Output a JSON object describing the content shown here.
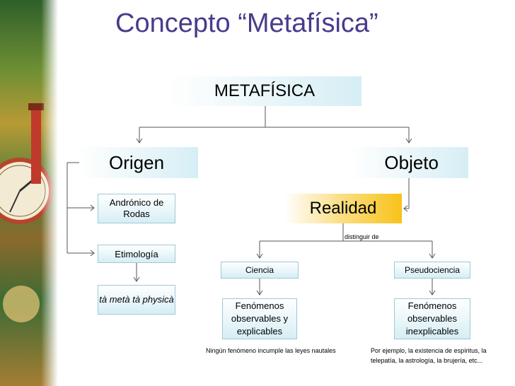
{
  "title": "Concepto “Metafísica”",
  "nodes": {
    "root": "METAFÍSICA",
    "origen": "Origen",
    "objeto": "Objeto",
    "andronico": "Andrónico de Rodas",
    "etimologia": "Etimología",
    "etimologia_valor": "tà metà tà physicà",
    "realidad": "Realidad",
    "distinguir": "distinguir de",
    "ciencia": "Ciencia",
    "pseudociencia": "Pseudociencia",
    "fenomenos_explicables": "Fenómenos observables y explicables",
    "fenomenos_inexplicables": "Fenómenos observables inexplicables"
  },
  "notes": {
    "ciencia": "Ningún  fenómeno incumple las leyes nautales",
    "pseudociencia": "Por ejemplo, la existencia de espíritus, la telepatía, la astrología, la brujería, etc..."
  },
  "colors": {
    "title": "#4a3a8c",
    "box_gradient_end": "#d6eef5",
    "realidad_gradient": "#f7c21a",
    "lines": "#555555"
  }
}
